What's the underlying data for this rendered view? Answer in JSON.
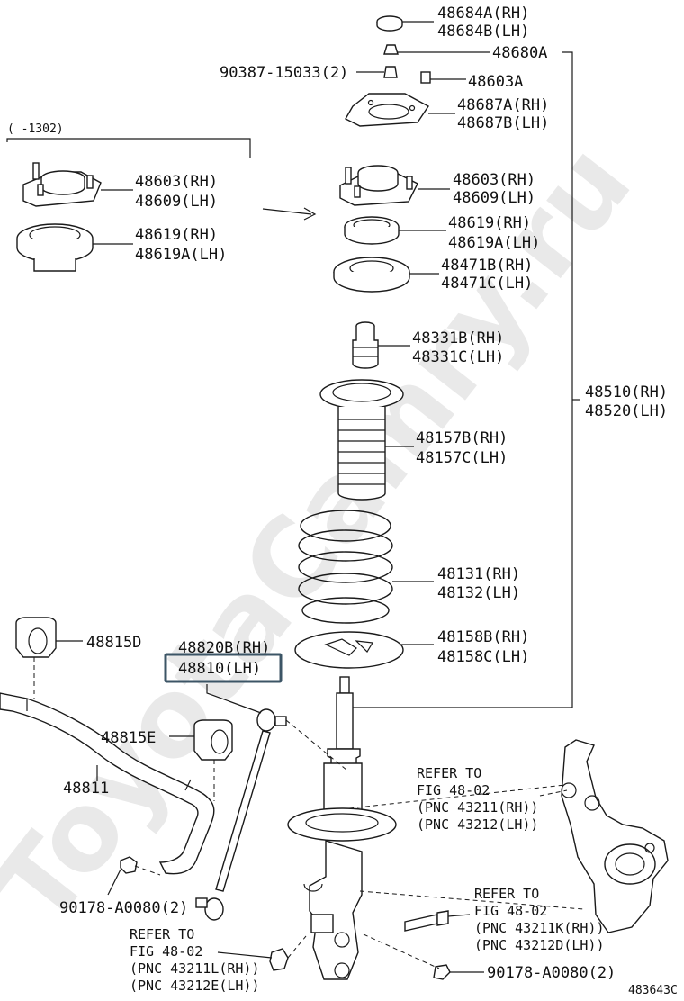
{
  "watermark": "ToyotaCamry.ru",
  "diagram_id": "483643C",
  "date_note": "(      -1302)",
  "labels": {
    "p48684": [
      "48684A(RH)",
      "48684B(LH)"
    ],
    "p48680": "48680A",
    "p90387": "90387-15033(2)",
    "p48603a": "48603A",
    "p48687": [
      "48687A(RH)",
      "48687B(LH)"
    ],
    "p48603_old": [
      "48603(RH)",
      "48609(LH)"
    ],
    "p48619_old": [
      "48619(RH)",
      "48619A(LH)"
    ],
    "p48603_new": [
      "48603(RH)",
      "48609(LH)"
    ],
    "p48619_new": [
      "48619(RH)",
      "48619A(LH)"
    ],
    "p48471": [
      "48471B(RH)",
      "48471C(LH)"
    ],
    "p48331": [
      "48331B(RH)",
      "48331C(LH)"
    ],
    "p48510": [
      "48510(RH)",
      "48520(LH)"
    ],
    "p48157": [
      "48157B(RH)",
      "48157C(LH)"
    ],
    "p48131": [
      "48131(RH)",
      "48132(LH)"
    ],
    "p48158": [
      "48158B(RH)",
      "48158C(LH)"
    ],
    "p48815d": "48815D",
    "p48820": "48820B(RH)",
    "p48810": "48810(LH)",
    "p48815e": "48815E",
    "p48811": "48811",
    "p90178_left": "90178-A0080(2)",
    "p90178_right": "90178-A0080(2)"
  },
  "refs": {
    "knuckle_top": [
      "REFER TO",
      "FIG 48-02",
      "(PNC 43211(RH))",
      "(PNC 43212(LH))"
    ],
    "bolt_right": [
      "REFER TO",
      "FIG 48-02",
      "(PNC 43211K(RH))",
      "(PNC 43212D(LH))"
    ],
    "bolt_left": [
      "REFER TO",
      "FIG 48-02",
      "(PNC 43211L(RH))",
      "(PNC 43212E(LH))"
    ]
  },
  "highlight_color": "#3c5566"
}
